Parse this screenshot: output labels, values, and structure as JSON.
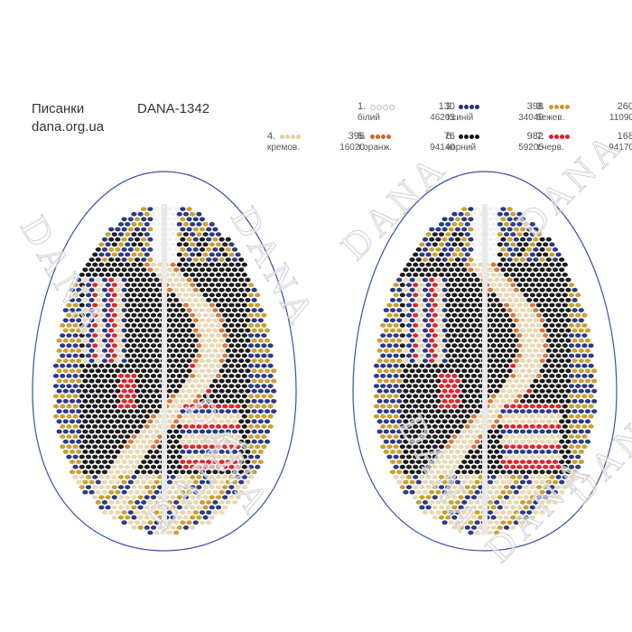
{
  "header": {
    "title": "Писанки",
    "sku": "DANA-1342",
    "site": "dana.org.ua"
  },
  "watermark": "DANA",
  "colors": {
    "outline": "#3b4fb0",
    "bead_black": "#1c1c1c",
    "bead_cream": "#e8d8b4",
    "bead_navy": "#2a3a88",
    "bead_gold": "#c9a030",
    "bead_red": "#e3242b",
    "bead_orange": "#d87840",
    "bead_white": "#f4f4f4",
    "divider": "#e9e9e9"
  },
  "legend": [
    {
      "num": "1.",
      "count": "130",
      "name": "білий",
      "code": "46205",
      "color": "#e0e0e0"
    },
    {
      "num": "2.",
      "count": "398",
      "name": "т.синій",
      "code": "34040",
      "color": "#23307a"
    },
    {
      "num": "3.",
      "count": "260",
      "name": "бежев.",
      "code": "11090",
      "color": "#c99a2e"
    },
    {
      "num": "4.",
      "count": "396",
      "name": "кремов.",
      "code": "16020",
      "color": "#e6cfa0"
    },
    {
      "num": "5.",
      "count": "76",
      "name": "т.оранж.",
      "code": "94140",
      "color": "#d0622a"
    },
    {
      "num": "6.",
      "count": "982",
      "name": "чорний",
      "code": "59205",
      "color": "#111111"
    },
    {
      "num": "7.",
      "count": "168",
      "name": "т.черв.",
      "code": "94170",
      "color": "#e01b22"
    }
  ]
}
